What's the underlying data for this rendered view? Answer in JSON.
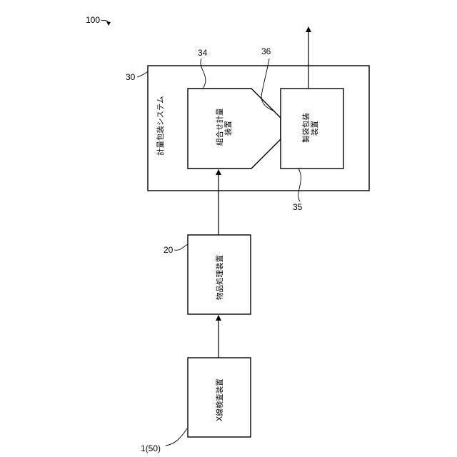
{
  "figure": {
    "ref": "100",
    "system": {
      "ref": "30",
      "label": "計量包装システム"
    },
    "combination_weigher": {
      "ref": "34",
      "label_line1": "組合せ計量",
      "label_line2": "装置"
    },
    "bag_packaging": {
      "ref": "35",
      "label_line1": "製袋包装",
      "label_line2": "装置"
    },
    "chute": {
      "ref": "36"
    },
    "article_processing": {
      "ref": "20",
      "label": "物品処理装置"
    },
    "xray_inspection": {
      "ref": "1(50)",
      "label": "X線検査装置"
    }
  }
}
